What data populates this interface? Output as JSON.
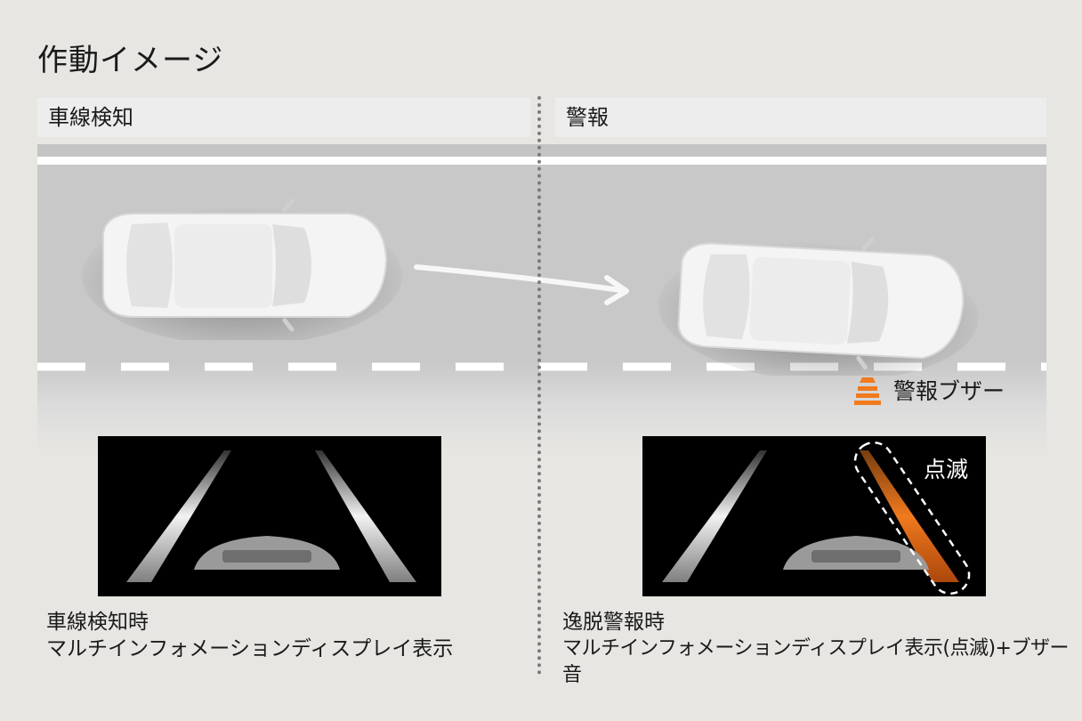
{
  "title": "作動イメージ",
  "left_panel": {
    "header": "車線検知",
    "caption_line1": "車線検知時",
    "caption_line2": "マルチインフォメーションディスプレイ表示"
  },
  "right_panel": {
    "header": "警報",
    "buzzer_label": "警報ブザー",
    "blink_label": "点滅",
    "caption_line1": "逸脱警報時",
    "caption_line2": "マルチインフォメーションディスプレイ表示(点滅)+ブザー音"
  },
  "colors": {
    "background": "#e7e6e2",
    "road": "#c8c8c8",
    "warning_orange": "#f07a1e",
    "divider": "#7a7a7a"
  },
  "icons": {
    "buzzer": "buzzer-icon",
    "arrow": "arrow-right-icon"
  }
}
